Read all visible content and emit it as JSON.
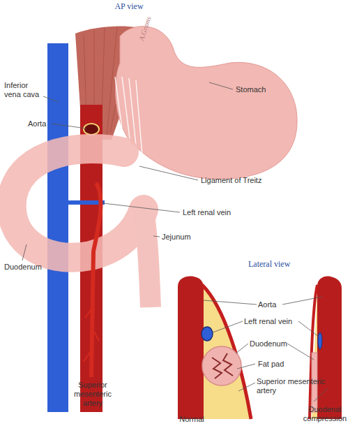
{
  "diagram": {
    "labels": [
      "AP view",
      "Inferior vena cava",
      "Aorta",
      "Stomach",
      "Ligament of Treitz",
      "Left renal vein",
      "Jejunum",
      "Duodenum",
      "Superior mesenteric artery",
      "Lateral view",
      "Aorta",
      "Left renal vein",
      "Duodenum",
      "Fat pad",
      "Superior mesenteric artery",
      "Normal",
      "Duodenal compression",
      "A.Grams"
    ]
  }
}
